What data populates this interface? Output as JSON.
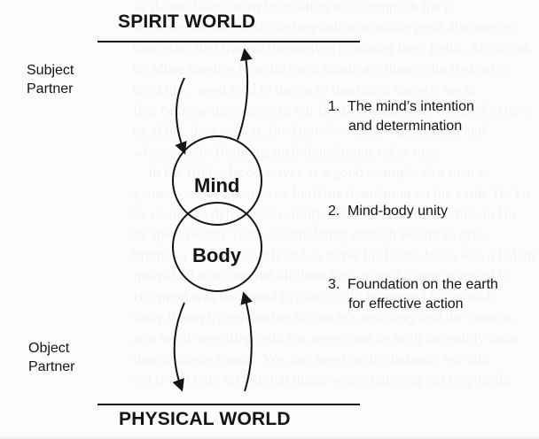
{
  "background_text": [
    "ve do not have the right qualities to accomplish the g",
    "scientists blessed with the inspiration to make great discoveries",
    "hose who first trained themselves to master their fields. Artists wh",
    "he Muse inspires to write great music are those who first activ",
    "he skills... need God to use us to transform society, we m",
    "first become innovators in our fields of endeavor. We need to deve",
    "he skills, the contacts, the know-how, the organization and",
    "wherewithal. Building such foundations takes time.",
    "    In the Bible, Jacob serves as a good example of a man w",
    "gained victory because he built his foundation on the earth. He kn",
    "he could not defeat Esau empty-handed. Therefore, while in Ha",
    "he spent twenty years accumulating enough wealth to give",
    "brother a substantial gift and so move his heart. Jacob was a balanc",
    "individual who secured all three keys to mobilizing spiritual h",
    "His mind was dedicated to God's will; he proved his mind-b",
    "unity through overcoming his uncle's treachery and the comma",
    "arm while wrestling with the angel; and he built an earthly foun",
    "tion of ample means. We, too, need such a balance. We sho",
    "not dwell only on internal things while ignoring our responsibi"
  ],
  "diagram": {
    "top_label": "SPIRIT WORLD",
    "bottom_label": "PHYSICAL WORLD",
    "subject_label": "Subject Partner",
    "object_label": "Object Partner",
    "upper_circle_label": "Mind",
    "lower_circle_label": "Body"
  },
  "list": [
    {
      "number": "1.",
      "line1": "The mind’s intention",
      "line2": "and determination"
    },
    {
      "number": "2.",
      "line1": "Mind-body unity"
    },
    {
      "number": "3.",
      "line1": "Foundation on the earth",
      "line2": "for effective action"
    }
  ]
}
